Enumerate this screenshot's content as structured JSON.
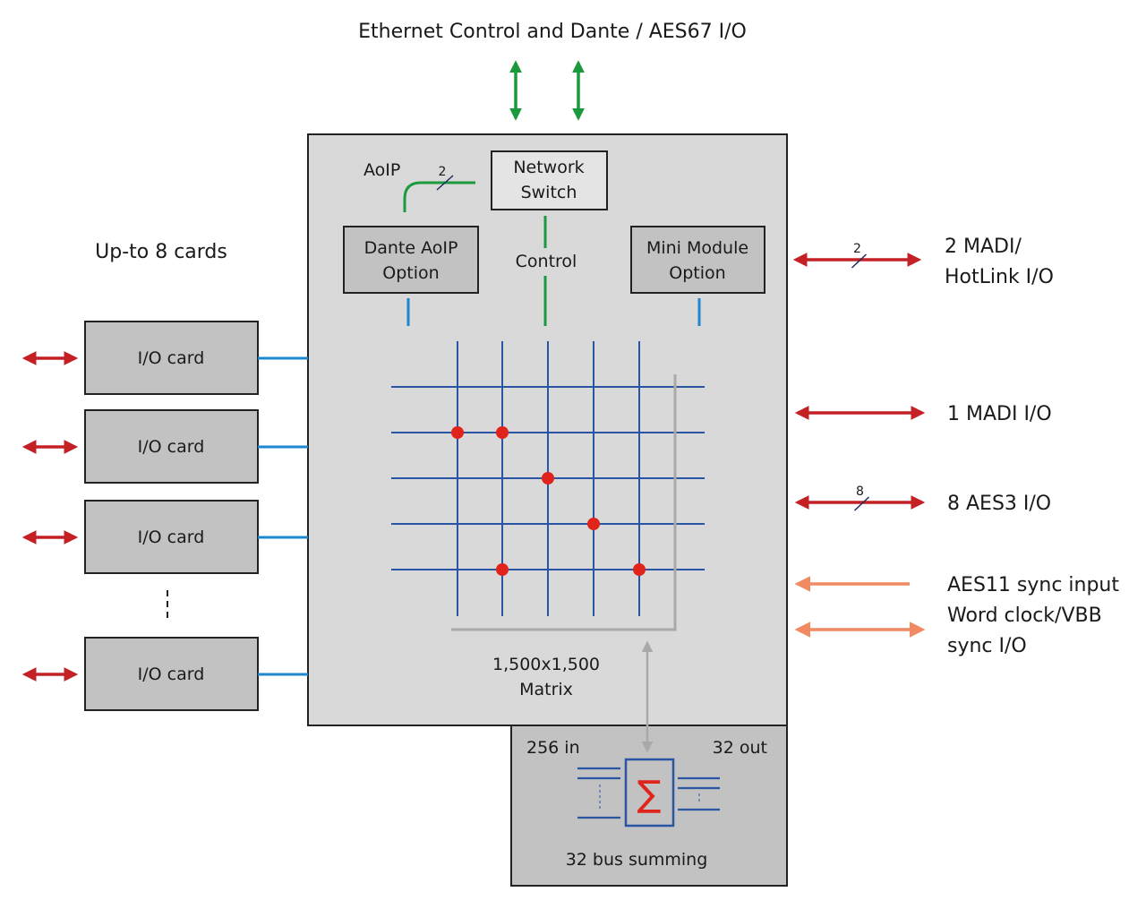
{
  "title": "Ethernet Control and Dante / AES67 I/O",
  "colors": {
    "network_green": "#1a9a3c",
    "io_red": "#c42126",
    "sync_orange": "#ef8a62",
    "signal_blue": "#2a54a4",
    "card_blue": "#1f86d0",
    "crosspoint_red": "#e0241b",
    "core_fill": "#d9d9d9",
    "module_fill": "#c2c2c2",
    "arrow_gray": "#a9a9a9"
  },
  "core": {
    "aoip_label": "AoIP",
    "aoip_count": "2",
    "network_switch": [
      "Network",
      "Switch"
    ],
    "dante_option": [
      "Dante AoIP",
      "Option"
    ],
    "control_label": "Control",
    "mini_module": [
      "Mini Module",
      "Option"
    ],
    "matrix_label": [
      "1,500x1,500",
      "Matrix"
    ],
    "matrix_crosspoints": [
      [
        0,
        1
      ],
      [
        1,
        1
      ],
      [
        2,
        2
      ],
      [
        3,
        3
      ],
      [
        1,
        4
      ],
      [
        4,
        4
      ]
    ]
  },
  "cards": {
    "heading": "Up-to 8 cards",
    "items": [
      "I/O card",
      "I/O card",
      "I/O card",
      "I/O card"
    ]
  },
  "summing": {
    "in_label": "256 in",
    "out_label": "32 out",
    "symbol": "∑",
    "caption": "32 bus summing"
  },
  "right_io": [
    {
      "lines": [
        "2 MADI/",
        "HotLink I/O"
      ],
      "count": "2",
      "type": "bidirectional-red"
    },
    {
      "lines": [
        "1 MADI I/O"
      ],
      "count": "",
      "type": "bidirectional-red"
    },
    {
      "lines": [
        "8 AES3 I/O"
      ],
      "count": "8",
      "type": "bidirectional-red"
    },
    {
      "lines": [
        "AES11 sync input"
      ],
      "count": "",
      "type": "input-orange"
    },
    {
      "lines": [
        "Word clock/VBB",
        "sync I/O"
      ],
      "count": "",
      "type": "bidirectional-orange"
    }
  ]
}
